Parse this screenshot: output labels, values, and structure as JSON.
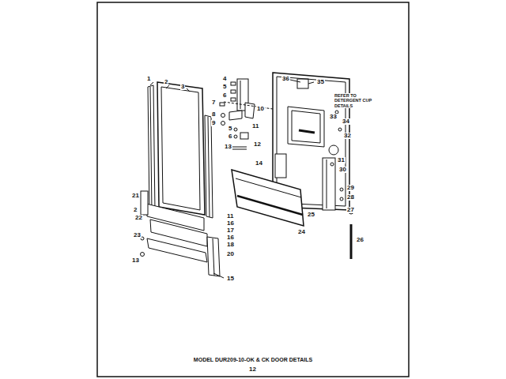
{
  "diagram": {
    "title": "MODEL DUR209-10-OK & CK DOOR DETAILS",
    "labels": [
      "1",
      "2",
      "3",
      "4",
      "5",
      "6",
      "7",
      "8",
      "9",
      "10",
      "11",
      "5",
      "6",
      "12",
      "13",
      "14",
      "36",
      "35",
      "REFER TO DETERGENT CUP DETAILS",
      "33",
      "34",
      "32",
      "31",
      "30",
      "29",
      "28",
      "27",
      "26",
      "25",
      "24",
      "21",
      "2",
      "22",
      "23",
      "13",
      "11",
      "16",
      "17",
      "16",
      "18",
      "20",
      "15",
      "12"
    ]
  }
}
